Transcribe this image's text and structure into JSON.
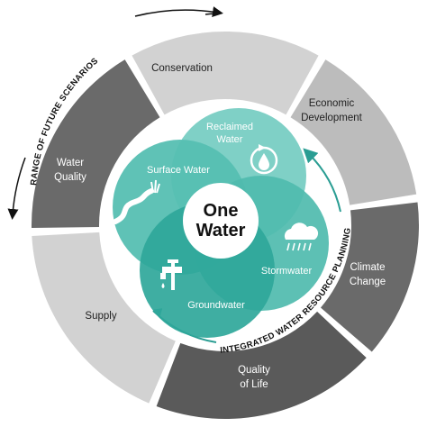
{
  "colors": {
    "light_gray": "#d2d2d2",
    "mid_gray": "#bcbcbc",
    "dark_gray": "#6a6a6a",
    "darker_gray": "#5a5a5a",
    "teal": "#3fb6a8",
    "teal_light": "#7fd0c6",
    "teal_dark": "#1f8f85",
    "arrow_teal": "#2a9d93"
  },
  "outer_segments": {
    "conservation": "Conservation",
    "economic_line1": "Economic",
    "economic_line2": "Development",
    "climate_line1": "Climate",
    "climate_line2": "Change",
    "quality_life_line1": "Quality",
    "quality_life_line2": "of Life",
    "supply": "Supply",
    "water_quality_line1": "Water",
    "water_quality_line2": "Quality"
  },
  "arc_labels": {
    "future_scenarios": "RANGE OF FUTURE SCENARIOS",
    "planning": "INTEGRATED WATER RESOURCE PLANNING"
  },
  "inner": {
    "reclaimed_line1": "Reclaimed",
    "reclaimed_line2": "Water",
    "surface": "Surface Water",
    "stormwater": "Stormwater",
    "groundwater": "Groundwater",
    "center_line1": "One",
    "center_line2": "Water"
  },
  "icons": {
    "reclaimed": "recycle-droplet-icon",
    "surface": "river-icon",
    "stormwater": "rain-cloud-icon",
    "groundwater": "faucet-icon"
  }
}
